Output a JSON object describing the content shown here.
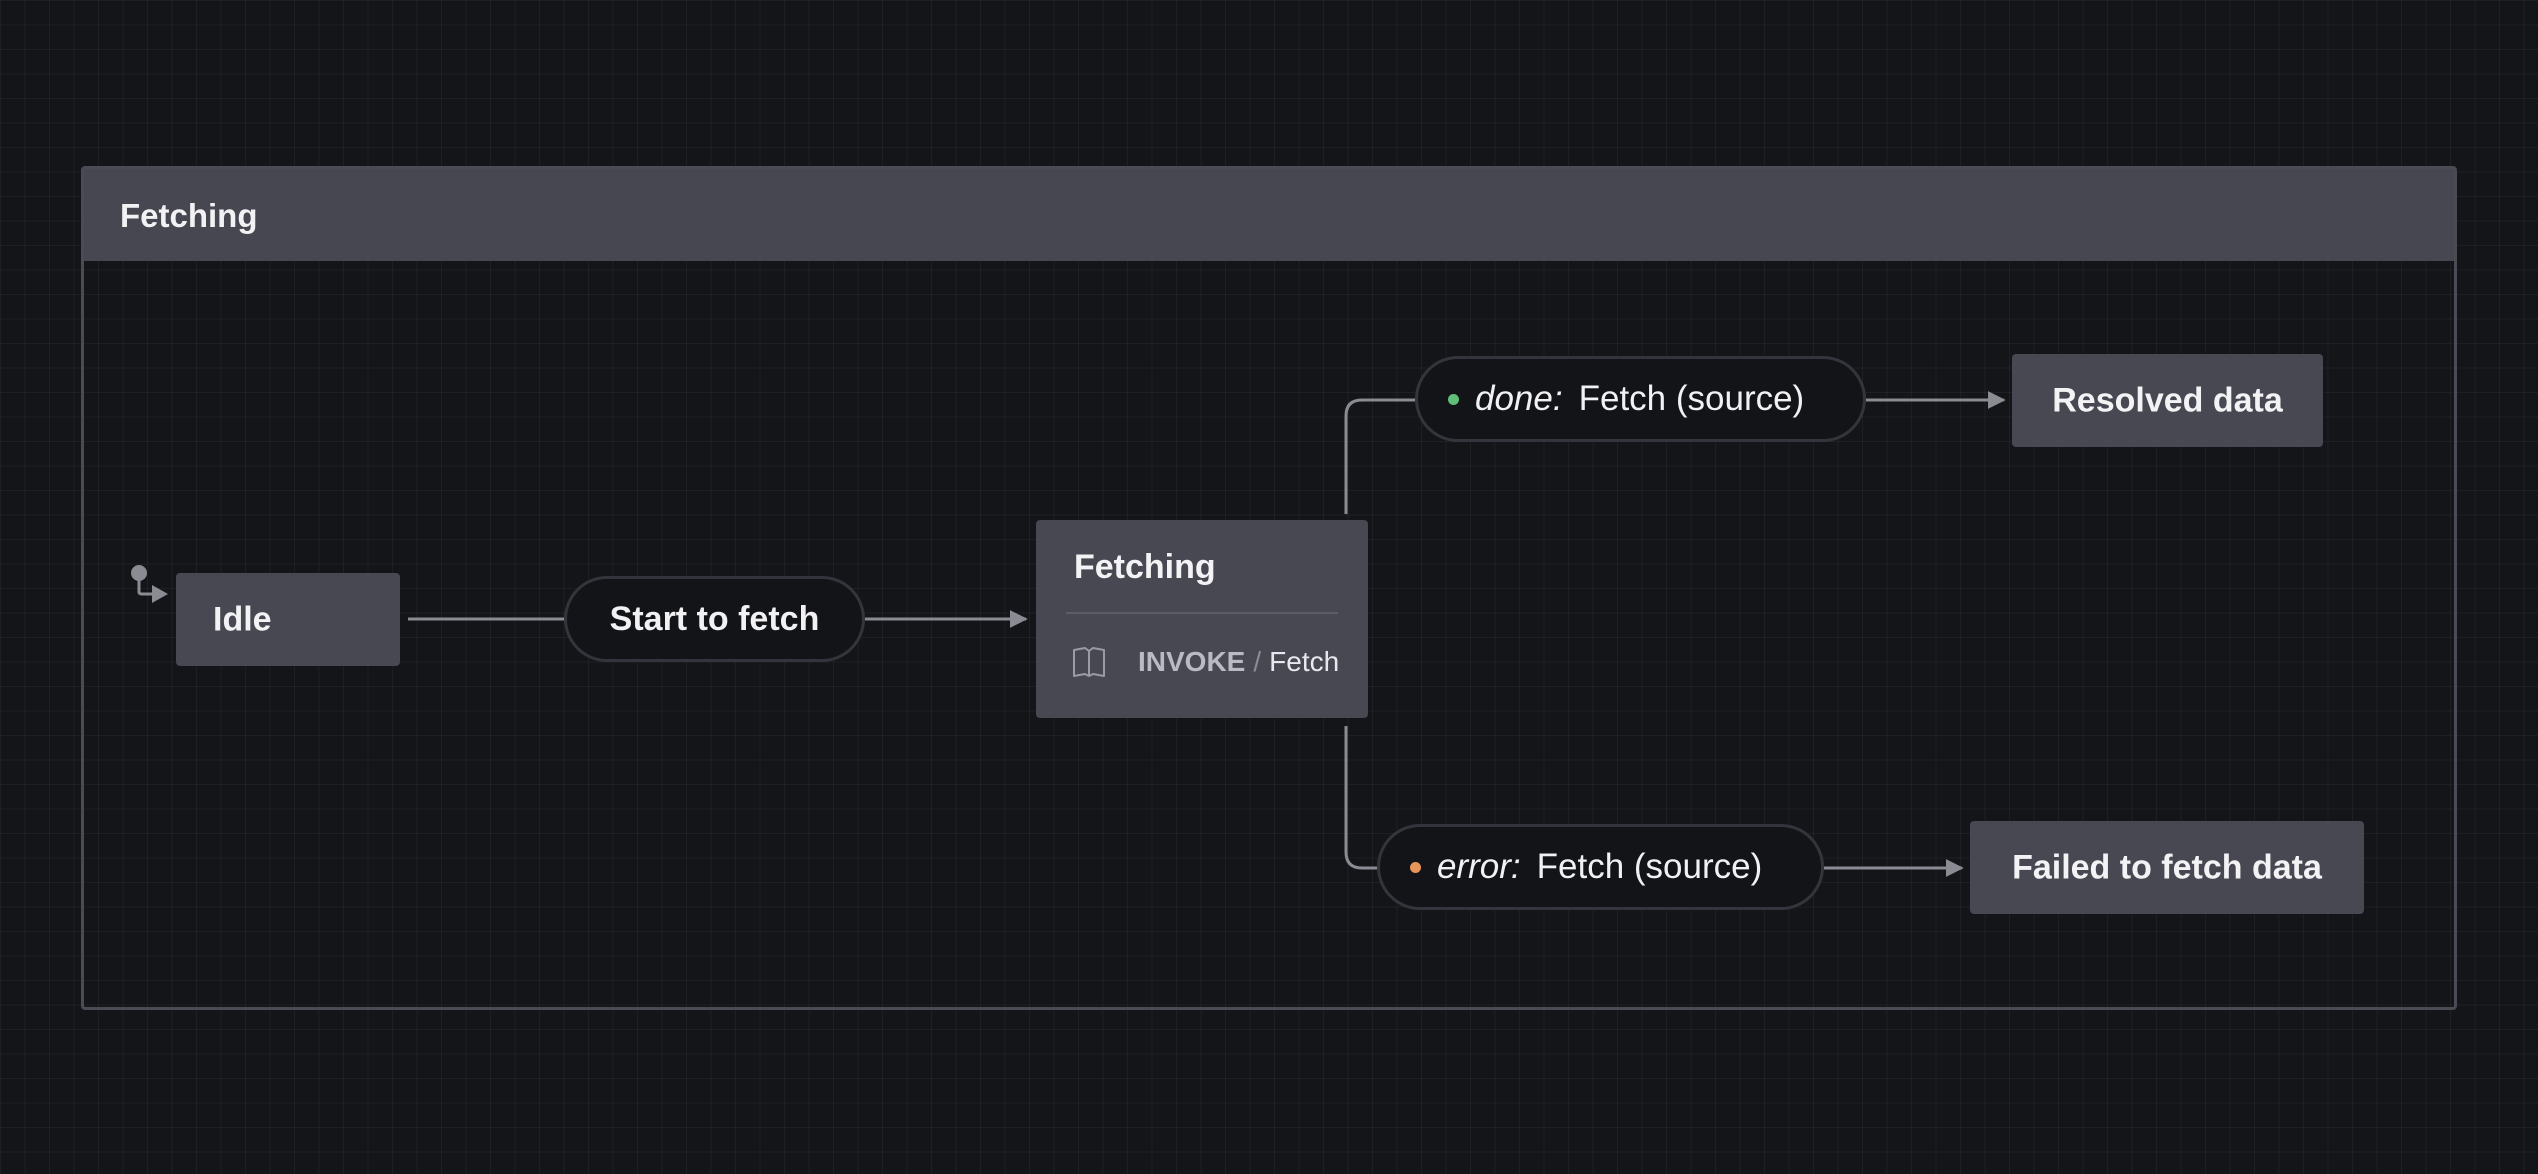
{
  "machine": {
    "title": "Fetching"
  },
  "states": {
    "idle": {
      "label": "Idle"
    },
    "fetching": {
      "title": "Fetching",
      "invoke": {
        "keyword": "INVOKE",
        "separator": "/",
        "name": "Fetch"
      }
    },
    "resolved": {
      "label": "Resolved data"
    },
    "failed": {
      "label": "Failed to fetch data"
    }
  },
  "events": {
    "start": {
      "label": "Start to fetch"
    },
    "done": {
      "type": "done:",
      "label": "Fetch (source)",
      "dot_color": "#5fbf78"
    },
    "error": {
      "type": "error:",
      "label": "Fetch (source)",
      "dot_color": "#e8955a"
    }
  },
  "colors": {
    "background": "#141518",
    "state_fill": "#474852",
    "edge": "#8a8b93"
  },
  "icons": {
    "initial": "initial-state-arrow-icon",
    "invoke": "book-icon"
  }
}
